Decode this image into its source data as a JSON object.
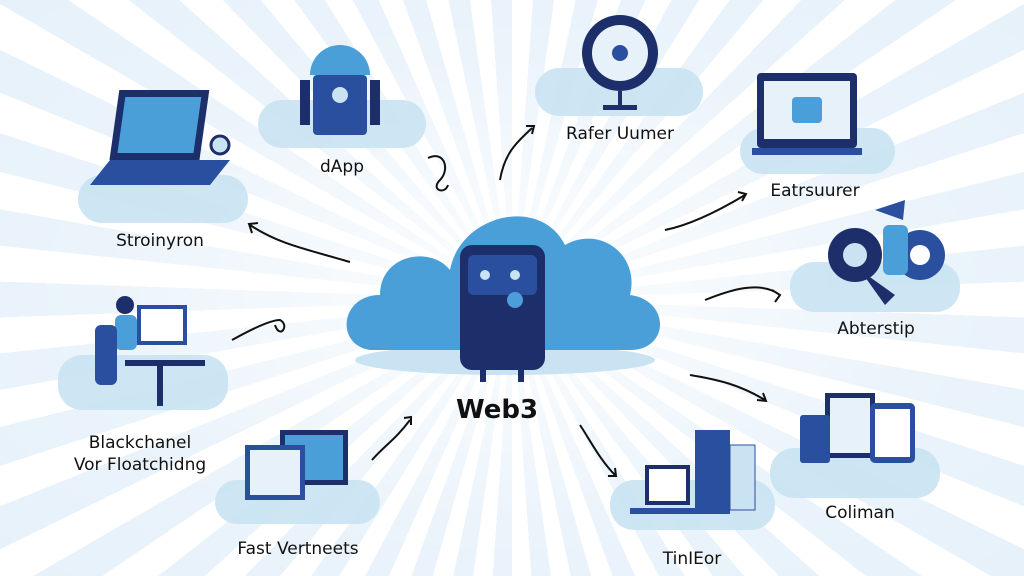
{
  "center": {
    "label": "Web3"
  },
  "nodes": [
    {
      "id": "dapp",
      "label": "dApp"
    },
    {
      "id": "rafer",
      "label": "Rafer Uumer"
    },
    {
      "id": "eatrsuurer",
      "label": "Eatrsuurer"
    },
    {
      "id": "stroinyron",
      "label": "Stroinyron"
    },
    {
      "id": "abterstip",
      "label": "Abterstip"
    },
    {
      "id": "blackchanel",
      "label_line1": "Blackchanel",
      "label_line2": "Vor Floatchidng"
    },
    {
      "id": "fast",
      "label": "Fast Vertneets"
    },
    {
      "id": "tinieor",
      "label": "TinIEor"
    },
    {
      "id": "coliman",
      "label": "Coliman"
    }
  ],
  "colors": {
    "primary": "#2a4f9e",
    "light": "#c9e3f2",
    "cloud": "#4a9fd8",
    "dark": "#1d2f6b"
  }
}
